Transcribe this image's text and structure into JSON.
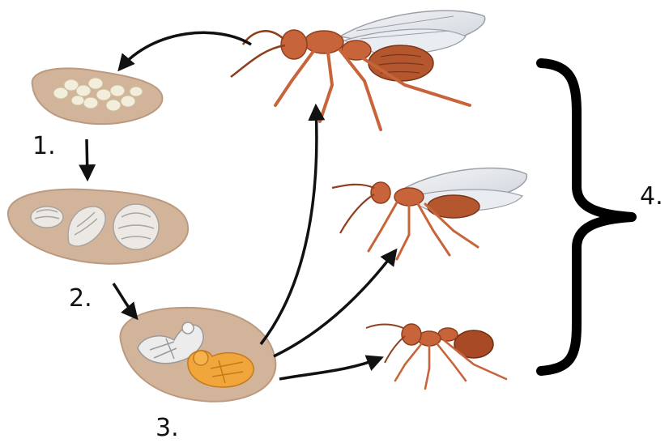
{
  "labels": {
    "eggs": "1.",
    "larvae": "2.",
    "pupae": "3.",
    "adults": "4."
  },
  "colors": {
    "substrate": "#d2b49a",
    "substrate_dark": "#b8957a",
    "ant_body": "#c8643a",
    "ant_dark": "#8f3f1e",
    "wing": "#e6e9ee",
    "arrow": "#111111"
  }
}
